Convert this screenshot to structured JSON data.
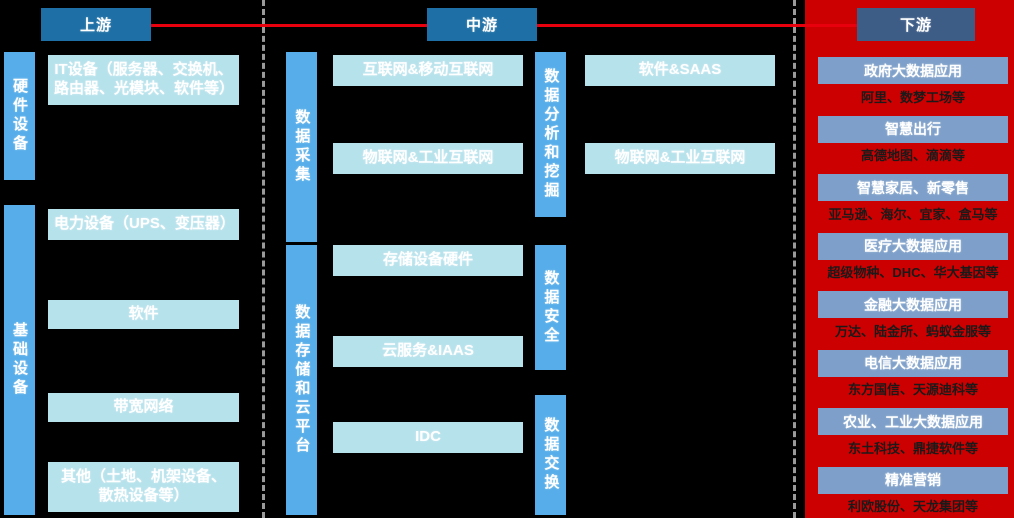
{
  "flow": {
    "stages": [
      {
        "key": "upstream",
        "label": "上游"
      },
      {
        "key": "midstream",
        "label": "中游"
      },
      {
        "key": "downstream",
        "label": "下游"
      }
    ],
    "arrow_color": "#e8000d"
  },
  "colors": {
    "stage_blue": "#1d6fa5",
    "stage_down_blue": "#3d5c86",
    "rail_blue": "#56ade9",
    "pale_blue": "#b6e2ec",
    "app_blue": "#7d9fc9",
    "red_panel": "#cc0000",
    "background": "#000000"
  },
  "upstream": {
    "rails": [
      {
        "key": "hardware",
        "label": "硬件设备"
      },
      {
        "key": "infrastructure",
        "label": "基础设备"
      }
    ],
    "items": [
      {
        "key": "it-equipment",
        "label": "IT设备（服务器、交换机、路由器、光模块、软件等）"
      },
      {
        "key": "power-equipment",
        "label": "电力设备（UPS、变压器）"
      },
      {
        "key": "software",
        "label": "软件"
      },
      {
        "key": "bandwidth",
        "label": "带宽网络"
      },
      {
        "key": "other",
        "label": "其他（土地、机架设备、散热设备等）"
      }
    ]
  },
  "midstream": {
    "columns": [
      {
        "key": "data-collection",
        "label": "数据采集"
      },
      {
        "key": "data-storage-cloud",
        "label": "数据存储和云平台"
      },
      {
        "key": "data-analysis",
        "label": "数据分析和挖掘"
      },
      {
        "key": "data-security",
        "label": "数据安全"
      },
      {
        "key": "data-exchange",
        "label": "数据交换"
      }
    ],
    "left_items": [
      {
        "key": "internet-mobile",
        "label": "互联网&移动互联网"
      },
      {
        "key": "iot-industrial",
        "label": "物联网&工业互联网"
      },
      {
        "key": "storage-hardware",
        "label": "存储设备硬件"
      },
      {
        "key": "cloud-iaas",
        "label": "云服务&IAAS"
      },
      {
        "key": "idc",
        "label": "IDC"
      }
    ],
    "right_items": [
      {
        "key": "software-saas",
        "label": "软件&SAAS"
      },
      {
        "key": "iot-industrial-2",
        "label": "物联网&工业互联网"
      }
    ]
  },
  "downstream": {
    "applications": [
      {
        "key": "government",
        "label": "政府大数据应用",
        "companies": "阿里、数梦工场等"
      },
      {
        "key": "mobility",
        "label": "智慧出行",
        "companies": "高德地图、滴滴等"
      },
      {
        "key": "home-retail",
        "label": "智慧家居、新零售",
        "companies": "亚马逊、海尔、宜家、盒马等"
      },
      {
        "key": "medical",
        "label": "医疗大数据应用",
        "companies": "超级物种、DHC、华大基因等"
      },
      {
        "key": "finance",
        "label": "金融大数据应用",
        "companies": "万达、陆金所、蚂蚁金服等"
      },
      {
        "key": "telecom",
        "label": "电信大数据应用",
        "companies": "东方国信、天源迪科等"
      },
      {
        "key": "agri-indus",
        "label": "农业、工业大数据应用",
        "companies": "东土科技、鼎捷软件等"
      },
      {
        "key": "marketing",
        "label": "精准营销",
        "companies": "利欧股份、天龙集团等"
      }
    ]
  }
}
